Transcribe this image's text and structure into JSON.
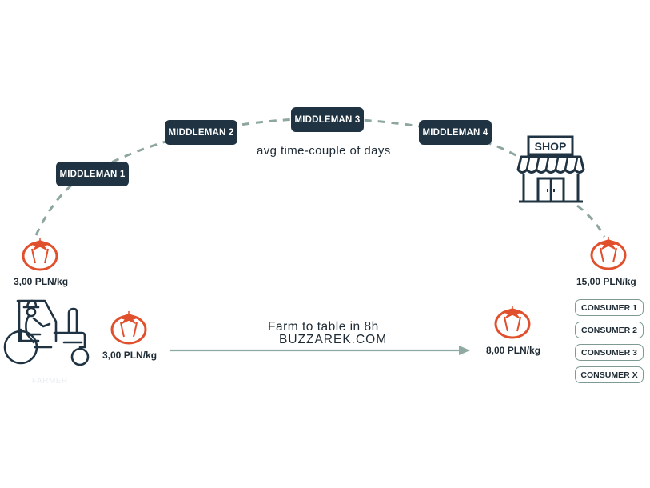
{
  "middlemen": [
    {
      "label": "MIDDLEMAN 1"
    },
    {
      "label": "MIDDLEMAN 2"
    },
    {
      "label": "MIDDLEMAN 3"
    },
    {
      "label": "MIDDLEMAN 4"
    }
  ],
  "avg_time": "avg time-couple of days",
  "shop_sign": "SHOP",
  "prices": {
    "farm_top": "3,00 PLN/kg",
    "farm_bottom": "3,00 PLN/kg",
    "shop": "15,00 PLN/kg",
    "direct": "8,00 PLN/kg"
  },
  "direct_route": {
    "line1": "Farm to table in 8h",
    "line2": "BUZZAREK.COM"
  },
  "consumers": [
    "CONSUMER 1",
    "CONSUMER 2",
    "CONSUMER 3",
    "CONSUMER X"
  ],
  "farmer_label": "FARMER",
  "colors": {
    "navy": "#1f3342",
    "dash": "#8ea6a0",
    "tomato": "#e0502d",
    "arrow": "#8fa9a3"
  }
}
